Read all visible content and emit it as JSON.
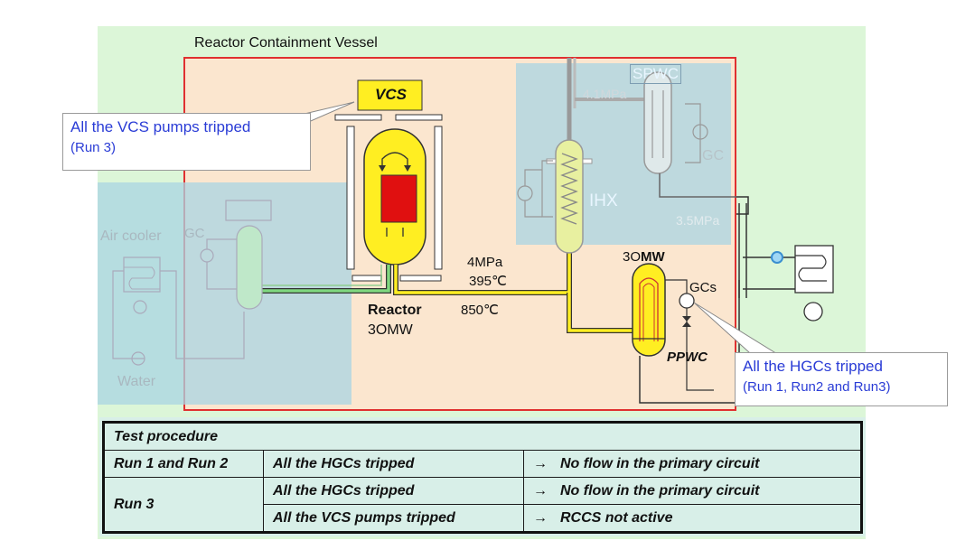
{
  "vessel": {
    "title": "Reactor Containment Vessel"
  },
  "components": {
    "vcs": "VCS",
    "spwc": "SPWC",
    "ihx": "IHX",
    "gc_spwc": "GC",
    "gc_left": "GC",
    "air_cooler": "Air cooler",
    "water": "Water",
    "reactor_name": "Reactor",
    "reactor_power": "3OMW",
    "ppwc_power_prefix": "3O",
    "ppwc_power_unit": "MW",
    "ppwc": "PPWC",
    "gcs": "GCs"
  },
  "conditions": {
    "p_spwc_top": "4.1MPa",
    "p_spwc_bottom": "3.5MPa",
    "p_primary": "4MPa",
    "t_inlet": "395℃",
    "t_outlet": "850℃"
  },
  "callouts": {
    "vcs": {
      "line1": "All the VCS pumps tripped",
      "line2": "(Run 3)"
    },
    "hgc": {
      "line1": "All the HGCs tripped",
      "line2": "(Run 1, Run2 and Run3)"
    }
  },
  "table": {
    "header": "Test procedure",
    "rows": [
      {
        "run": "Run 1 and Run 2",
        "action": "All the HGCs tripped",
        "arrow": "→",
        "result": "No flow in the primary circuit"
      },
      {
        "run": "Run 3",
        "action": "All the HGCs tripped",
        "arrow": "→",
        "result": "No flow in the primary circuit"
      },
      {
        "run": "",
        "action": "All the VCS pumps tripped",
        "arrow": "→",
        "result": "RCCS not active"
      }
    ]
  },
  "colors": {
    "outer_bg": "#dcf6d8",
    "vessel_bg": "#fbe6cf",
    "vessel_border": "#e03030",
    "blue_overlay": "#a9d4e3",
    "yellow": "#ffee22",
    "core": "#e01010",
    "callout_text": "#2a3cd6",
    "table_bg": "#d8efe8"
  }
}
